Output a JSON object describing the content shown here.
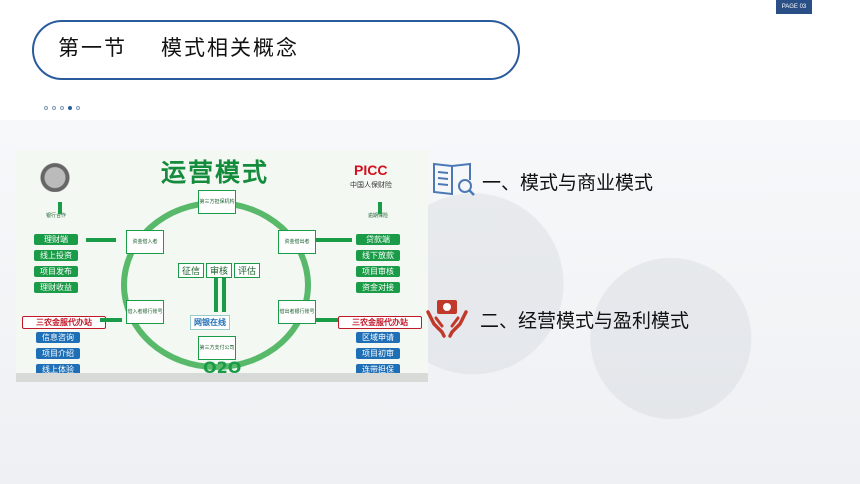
{
  "page_tag": "PAGE 03",
  "title": {
    "section": "第一节",
    "text": "模式相关概念"
  },
  "diagram": {
    "title": "运营模式",
    "logo": "PICC",
    "logo_sub": "中国人保财险",
    "left_column": [
      "银行合作",
      "理财端",
      "线上投资",
      "项目发布",
      "理财收益"
    ],
    "left_badge": "三农金服代办站",
    "left_bottom": [
      "信息咨询",
      "项目介绍",
      "线上体验"
    ],
    "right_column": [
      "逾期保险",
      "贷款端",
      "线下放款",
      "项目审核",
      "资金对接"
    ],
    "right_badge": "三农金服代办站",
    "right_bottom": [
      "区域申请",
      "项目初审",
      "连带担保"
    ],
    "hub": [
      "征信",
      "审核",
      "评估"
    ],
    "nodes": [
      "第三方担保机构",
      "资金借入者",
      "资金借出者",
      "借入者银行账号",
      "借出者银行账号",
      "第三方支付公司"
    ],
    "bank_text": "网银在线",
    "bottom_text": "O2O"
  },
  "items": [
    {
      "label": "一、模式与商业模式",
      "icon": "book-search-icon"
    },
    {
      "label": "二、经营模式与盈利模式",
      "icon": "hands-money-icon"
    }
  ],
  "colors": {
    "accent": "#2a5b9c",
    "green": "#1a9b47",
    "red": "#c0192a"
  }
}
